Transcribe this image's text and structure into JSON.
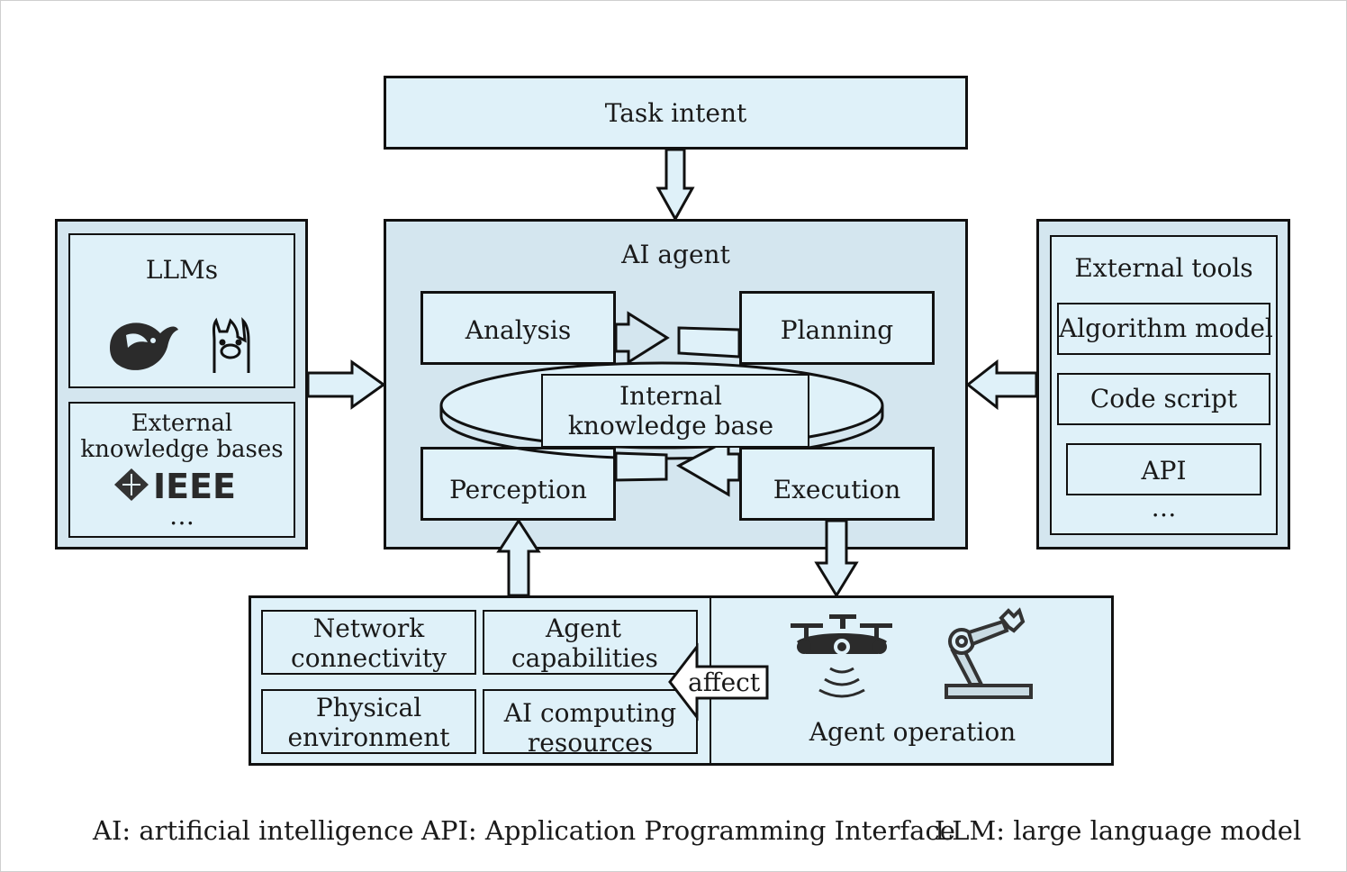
{
  "task_intent": "Task intent",
  "ai_agent": {
    "title": "AI agent",
    "analysis": "Analysis",
    "planning": "Planning",
    "perception": "Perception",
    "execution": "Execution",
    "knowledge_base": "Internal knowledge base"
  },
  "llms": {
    "title": "LLMs",
    "icons": [
      "whale-logo-icon",
      "llama-logo-icon"
    ],
    "external_kb": "External knowledge bases",
    "ieee": "IEEE",
    "ellipsis": "…"
  },
  "external_tools": {
    "title": "External tools",
    "items": [
      "Algorithm model",
      "Code script",
      "API"
    ],
    "ellipsis": "…"
  },
  "environment": {
    "network": "Network connectivity",
    "capabilities": "Agent capabilities",
    "physical": "Physical environment",
    "computing": "AI computing resources"
  },
  "affect": "affect",
  "agent_operation": {
    "label": "Agent operation",
    "icons": [
      "drone-icon",
      "robot-arm-icon"
    ]
  },
  "footnotes": [
    "AI: artificial intelligence",
    "API: Application Programming Interface",
    "LLM: large language model"
  ],
  "colors": {
    "fill": "#dff1f9",
    "agent_fill": "#d4e6ef",
    "stroke": "#111111"
  }
}
